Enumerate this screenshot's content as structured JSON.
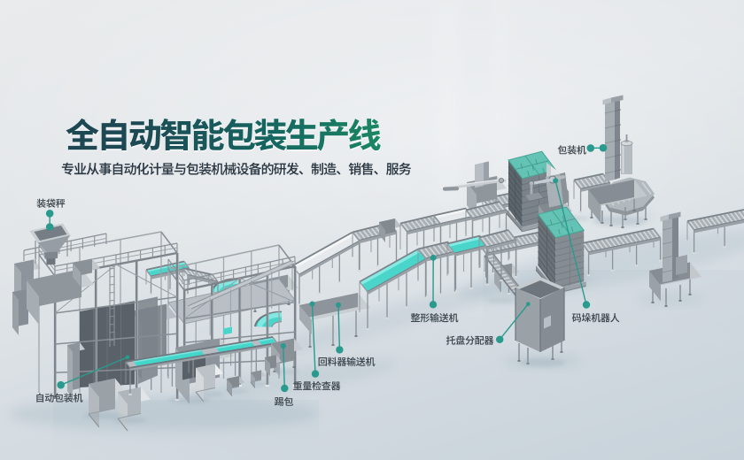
{
  "banner": {
    "title": "全自动智能包装生产线",
    "subtitle": "专业从事自动化计量与包装机械设备的研发、制造、销售、服务"
  },
  "colors": {
    "accent_teal": "#2a9a8e",
    "belt_teal": "#4ad5ca",
    "title_gradient_start": "#1d4853",
    "title_gradient_end": "#1f9b64",
    "label_text": "#3e474e",
    "background_top": "#e9ebec",
    "background_bottom": "#ccd6dd"
  },
  "equipment_labels": [
    {
      "id": "bagging-scale",
      "text": "装袋秤"
    },
    {
      "id": "auto-packaging-machine",
      "text": "自动包装机"
    },
    {
      "id": "bag-kicker",
      "text": "踢包"
    },
    {
      "id": "weight-checker",
      "text": "重量检查器"
    },
    {
      "id": "return-feeder-conveyor",
      "text": "回料器输送机"
    },
    {
      "id": "shaping-conveyor",
      "text": "整形输送机"
    },
    {
      "id": "pallet-dispenser",
      "text": "托盘分配器"
    },
    {
      "id": "palletizing-robot",
      "text": "码垛机器人"
    },
    {
      "id": "packaging-machine",
      "text": "包装机"
    }
  ]
}
